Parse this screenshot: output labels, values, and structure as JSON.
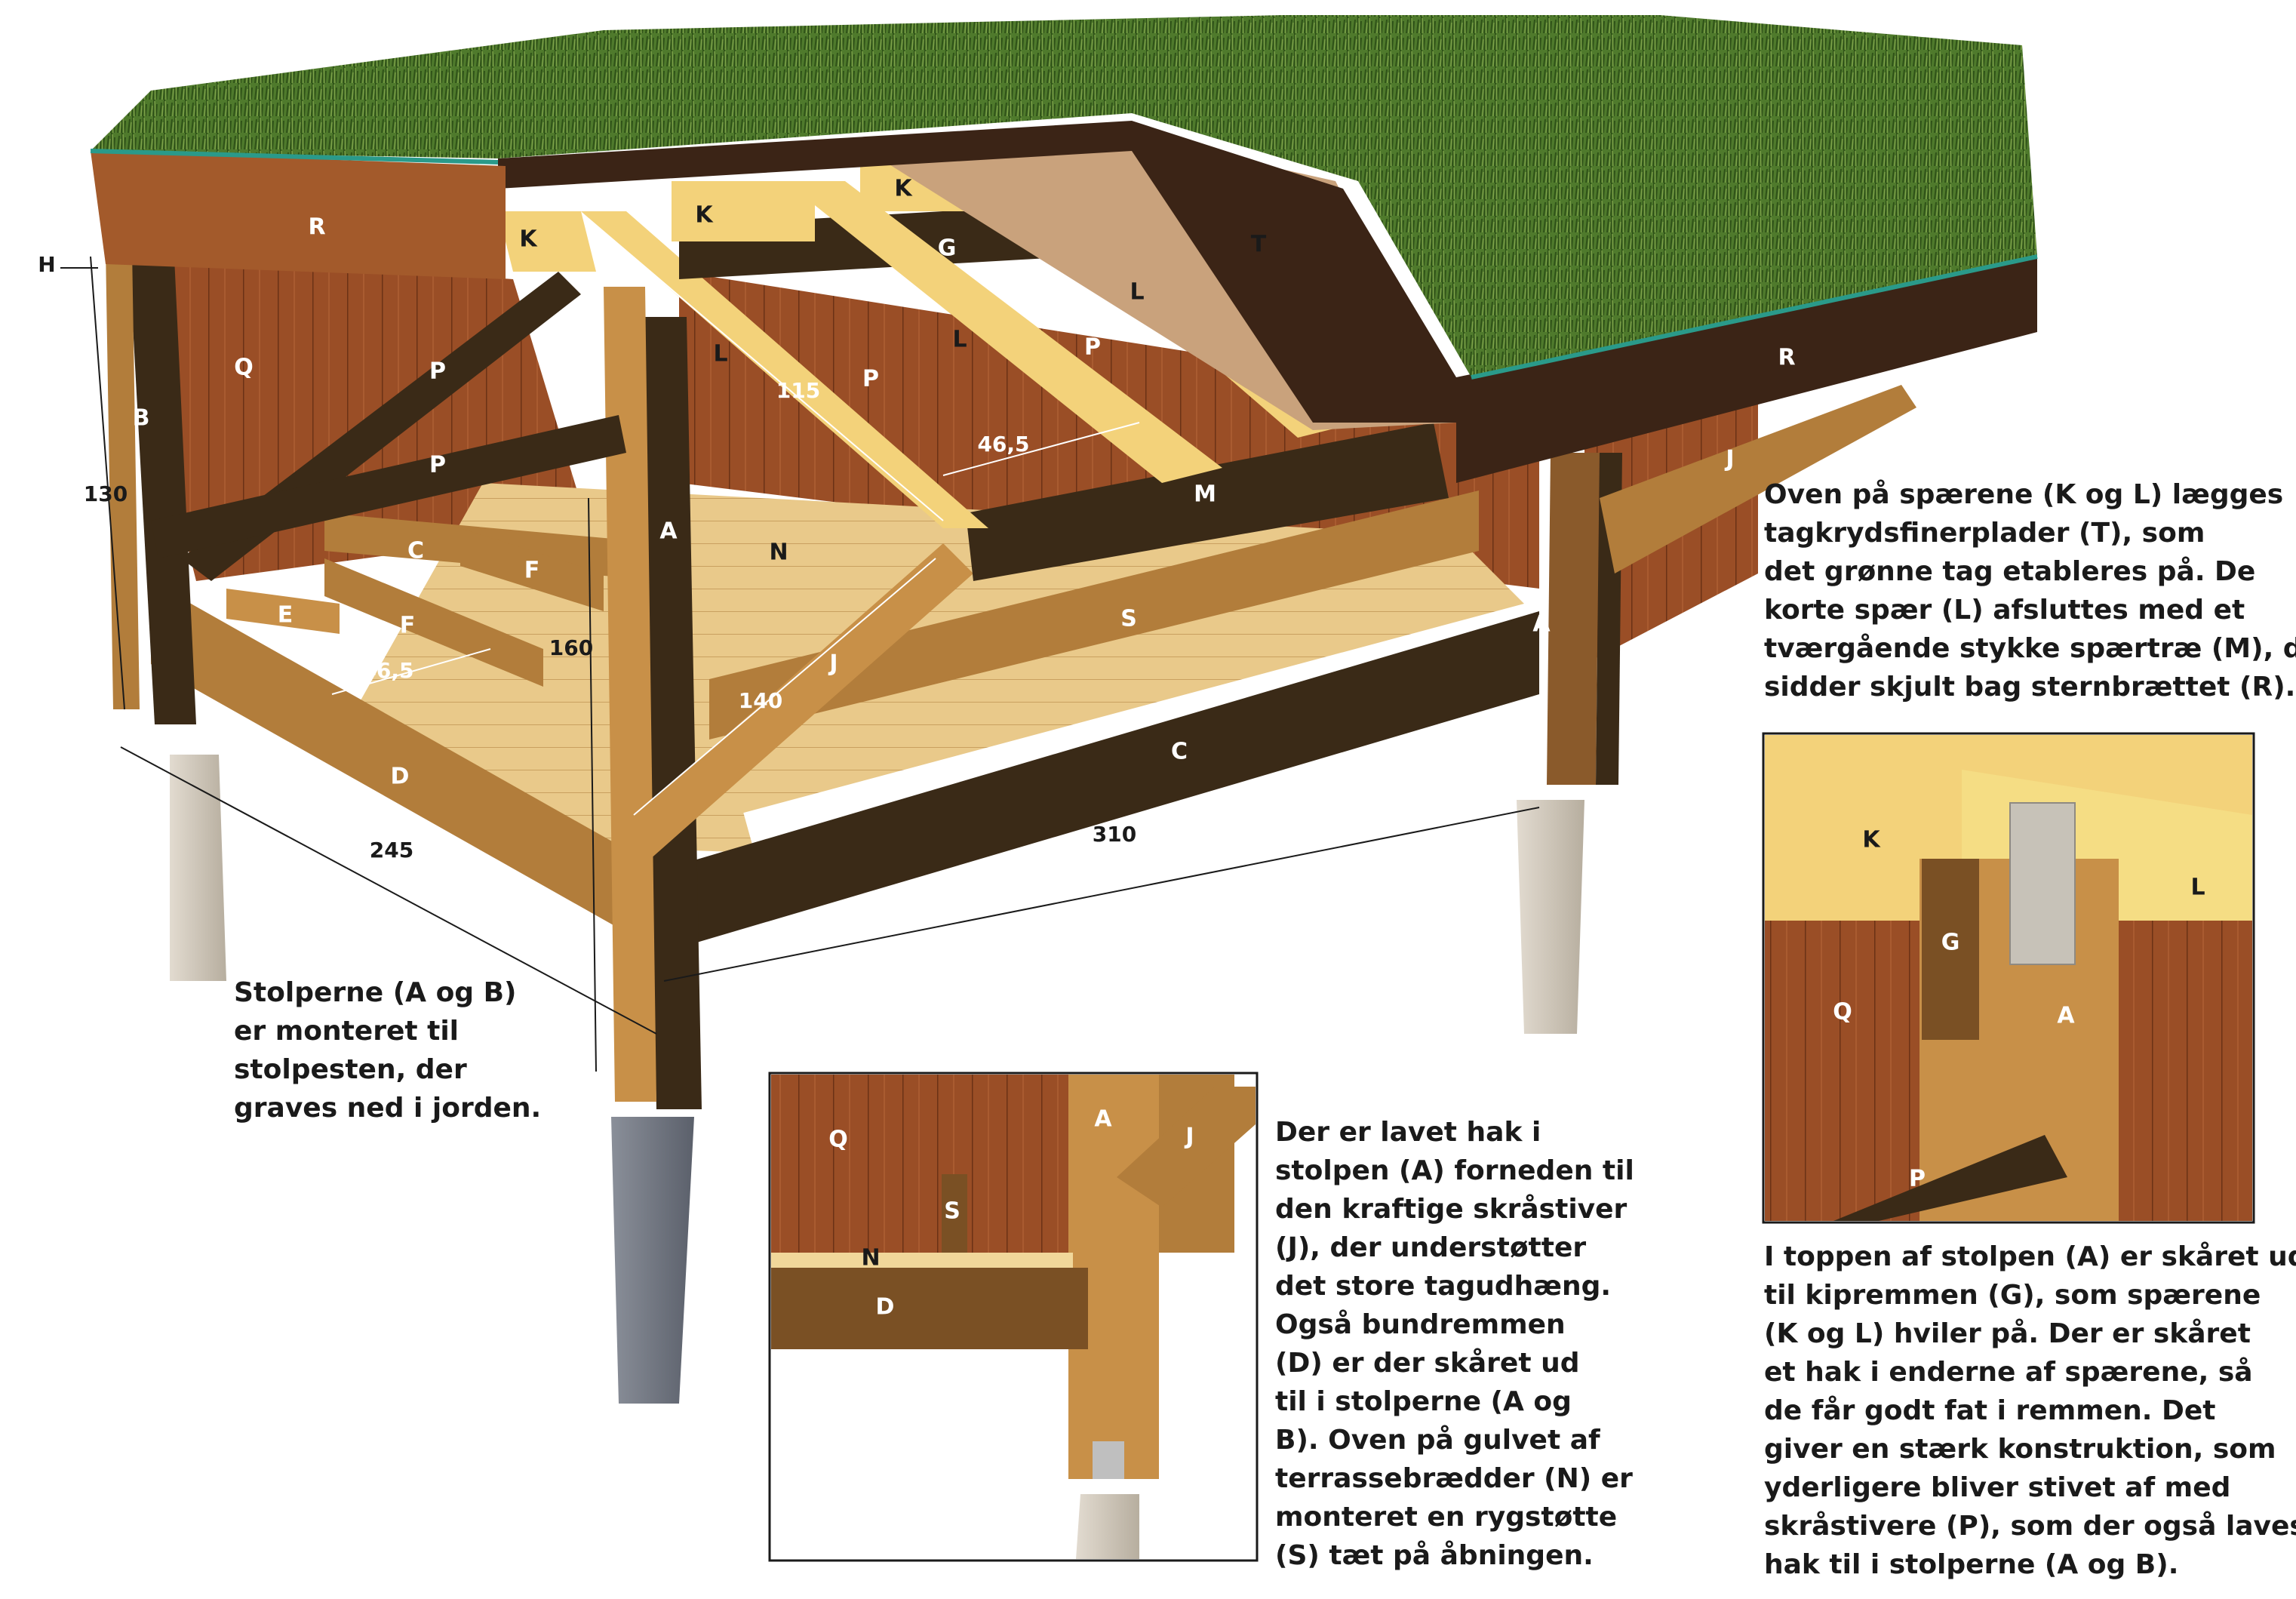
{
  "colors": {
    "grass": "#4f7a2c",
    "grass_dark": "#2f5218",
    "roof_board": "#3b2416",
    "rafter": "#f3d27a",
    "plank_light": "#e9c98a",
    "wood_mid": "#b27d3b",
    "wood_dark": "#3a2a17",
    "panel_red": "#9a4e26",
    "stone": "#d6cfc4",
    "plywood": "#c9a27c",
    "teal_edge": "#2a9a8a"
  },
  "parts": {
    "R_left": "R",
    "R_right": "R",
    "H": "H",
    "K_1": "K",
    "K_2": "K",
    "K_3": "K",
    "G": "G",
    "T": "T",
    "L_1": "L",
    "L_2": "L",
    "L_3": "L",
    "P_1": "P",
    "P_2": "P",
    "P_3": "P",
    "P_4": "P",
    "Q": "Q",
    "B": "B",
    "A_1": "A",
    "A_2": "A",
    "M": "M",
    "N": "N",
    "C_1": "C",
    "C_2": "C",
    "F_1": "F",
    "F_2": "F",
    "E": "E",
    "S": "S",
    "J_1": "J",
    "J_2": "J",
    "D": "D"
  },
  "dimensions": {
    "d130": "130",
    "d115": "115",
    "d46a": "46,5",
    "d46b": "46,5",
    "d160": "160",
    "d140": "140",
    "d245": "245",
    "d310": "310"
  },
  "detail_left": {
    "Q": "Q",
    "A": "A",
    "J": "J",
    "S": "S",
    "N": "N",
    "D": "D"
  },
  "detail_right": {
    "K": "K",
    "L": "L",
    "G": "G",
    "Q": "Q",
    "A": "A",
    "P": "P"
  },
  "captions": {
    "stolper": [
      "Stolperne (A og B)",
      "er monteret til",
      "stolpesten, der",
      "graves ned i jorden."
    ],
    "spaer": [
      "Oven på spærene (K og L) lægges",
      "tagkrydsfinerplader (T), som",
      "det grønne tag etableres på. De",
      "korte spær (L) afsluttes med et",
      "tværgående stykke spærtræ (M), der",
      "sidder skjult bag sternbrættet (R)."
    ],
    "hak": [
      "Der er lavet hak i",
      "stolpen (A) forneden til",
      "den kraftige skråstiver",
      "(J), der understøtter",
      "det store tagudhæng.",
      "Også bundremmen",
      "(D) er der skåret ud",
      "til i stolperne (A og",
      "B). Oven på gulvet af",
      "terrassebrædder (N) er",
      "monteret en rygstøtte",
      "(S) tæt på åbningen."
    ],
    "toppen": [
      "I toppen af stolpen (A) er skåret ud",
      "til kipremmen (G), som spærene",
      "(K og L) hviler på. Der er skåret",
      "et hak i enderne af spærene, så",
      "de får godt fat i remmen. Det",
      "giver en stærk konstruktion, som",
      "yderligere bliver stivet af med",
      "skråstivere (P), som der også laves",
      "hak til i stolperne (A og B)."
    ]
  }
}
